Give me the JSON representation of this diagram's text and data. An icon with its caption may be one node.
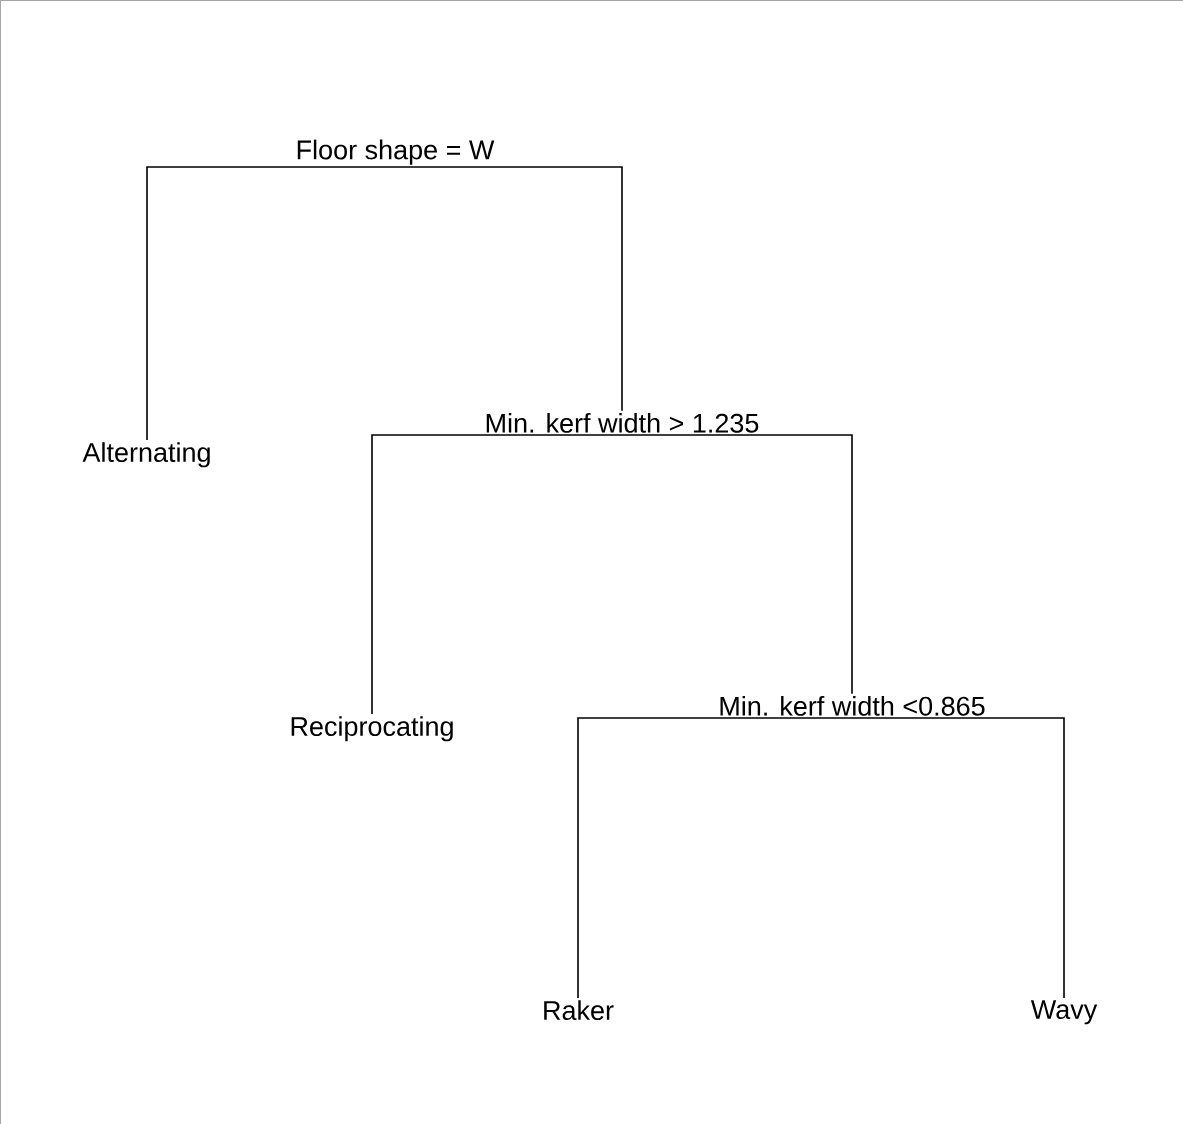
{
  "diagram": {
    "nodes": [
      {
        "text": [
          "Floor shape = W"
        ]
      },
      {
        "text": [
          "Alternating"
        ]
      },
      {
        "text": [
          "Min. kerf width > 1.235"
        ]
      },
      {
        "text": [
          "Reciprocating"
        ]
      },
      {
        "text": [
          "Min. kerf width <0.865"
        ]
      },
      {
        "text": [
          "Raker"
        ]
      },
      {
        "text": [
          "Wavy"
        ]
      }
    ],
    "edges": [
      {
        "from": 0,
        "to": 1,
        "arrow": "none"
      },
      {
        "from": 0,
        "to": 2,
        "arrow": "none"
      },
      {
        "from": 2,
        "to": 3,
        "arrow": "none"
      },
      {
        "from": 2,
        "to": 4,
        "arrow": "none"
      },
      {
        "from": 4,
        "to": 5,
        "arrow": "none"
      },
      {
        "from": 4,
        "to": 6,
        "arrow": "none"
      }
    ]
  }
}
